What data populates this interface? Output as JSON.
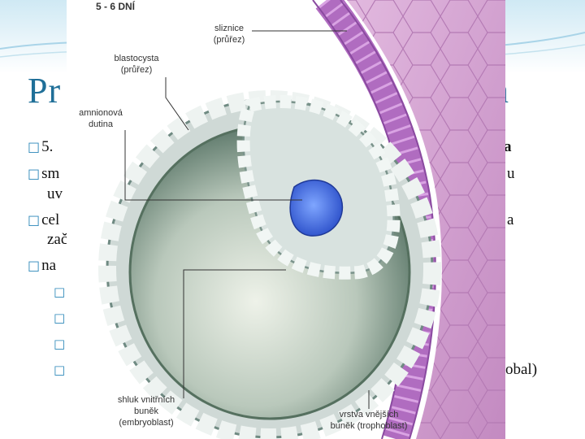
{
  "slide": {
    "title_left": "Pr",
    "title_right": "n",
    "bullets": [
      {
        "id": "b1",
        "text": "5.",
        "tail": "a"
      },
      {
        "id": "b2",
        "text": "sm",
        "tail": "u"
      },
      {
        "id": "b2c",
        "text": "uv",
        "tail": ""
      },
      {
        "id": "b3",
        "text": "cel",
        "tail": "a"
      },
      {
        "id": "b3c",
        "text": "zač",
        "tail": ""
      },
      {
        "id": "b4",
        "text": "na",
        "tail": ""
      }
    ],
    "sub_tail": "obal)"
  },
  "figure": {
    "heading": "5 - 6 DNÍ",
    "labels": {
      "sliznice_1": "sliznice",
      "sliznice_2": "(průřez)",
      "blastocysta_1": "blastocysta",
      "blastocysta_2": "(průřez)",
      "amnion_1": "amnionová",
      "amnion_2": "dutina",
      "shluk_1": "shluk vnitřních",
      "shluk_2": "buněk",
      "shluk_3": "(embryoblast)",
      "vrstva_1": "vrstva vnějších",
      "vrstva_2": "buněk (trophoblast)"
    },
    "colors": {
      "background": "#ffffff",
      "slide_accent": "#2a86b8",
      "uterine_tissue": "#c98fc4",
      "uterine_epithelium": "#b46fc0",
      "cell_fill": "#dfe8e6",
      "cavity": "#7f9a8a",
      "amnion_cavity": "#3a63d8"
    }
  }
}
